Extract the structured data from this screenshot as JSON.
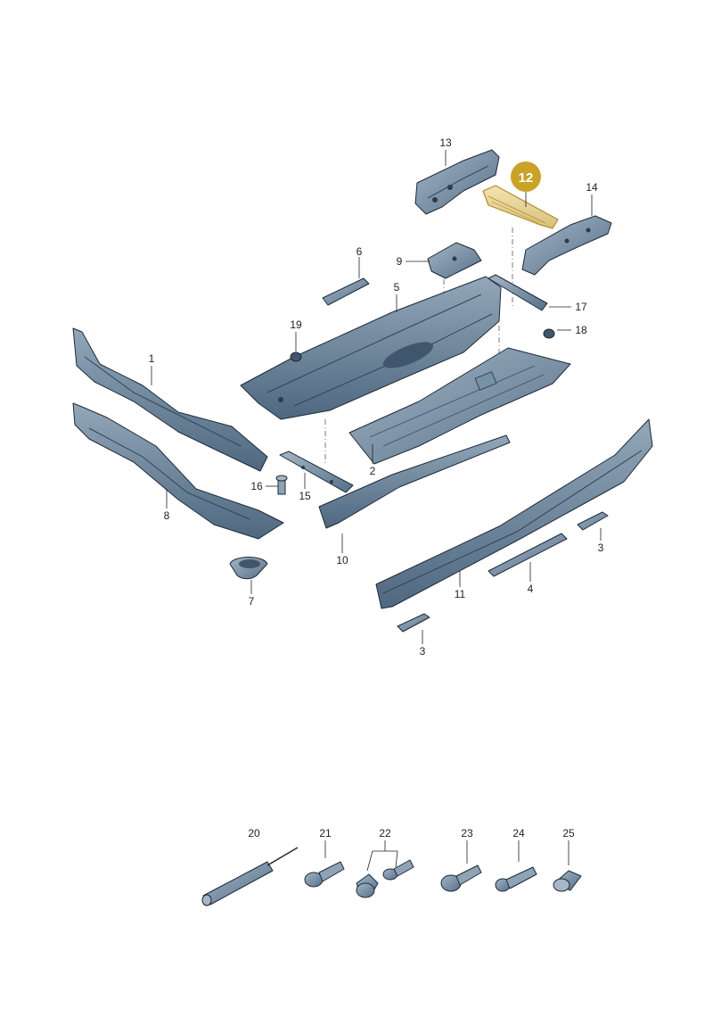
{
  "diagram": {
    "highlight_color": "#c9a227",
    "part_color": "#5f7b93",
    "part_color_light": "#8ea3b5",
    "callouts": {
      "c1": "1",
      "c2": "2",
      "c3a": "3",
      "c3b": "3",
      "c4": "4",
      "c5": "5",
      "c6": "6",
      "c7": "7",
      "c8": "8",
      "c9": "9",
      "c10": "10",
      "c11": "11",
      "c12": "12",
      "c13": "13",
      "c14": "14",
      "c15": "15",
      "c16": "16",
      "c17": "17",
      "c18": "18",
      "c19": "19",
      "c20": "20",
      "c21": "21",
      "c22": "22",
      "c23": "23",
      "c24": "24",
      "c25": "25"
    }
  }
}
